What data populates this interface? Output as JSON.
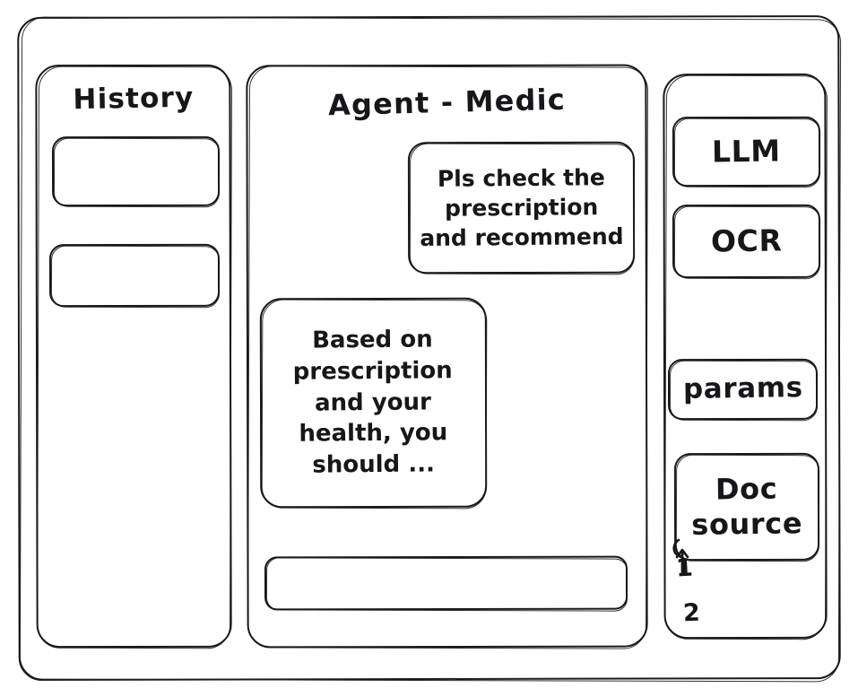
{
  "window": {
    "title": "Agent - Medic"
  },
  "history": {
    "title": "History",
    "items": [
      {
        "label": ""
      },
      {
        "label": ""
      }
    ]
  },
  "main": {
    "title": "Agent - Medic",
    "messages": [
      {
        "role": "user",
        "text": "Pls check the\nprescription\nand recommend"
      },
      {
        "role": "agent",
        "text": "Based on\nprescription\nand your\nhealth, you\nshould ..."
      }
    ],
    "composer": {
      "value": "",
      "placeholder": ""
    }
  },
  "tools": {
    "buttons": [
      {
        "name": "llm",
        "label": "LLM"
      },
      {
        "name": "ocr",
        "label": "OCR"
      },
      {
        "name": "params",
        "label": "params"
      },
      {
        "name": "doc-source",
        "label": "Doc\nsource"
      }
    ],
    "doc_source_markers": [
      "1",
      "2"
    ]
  },
  "style": {
    "stroke_color": "#17181a",
    "background_color": "#ffffff"
  }
}
